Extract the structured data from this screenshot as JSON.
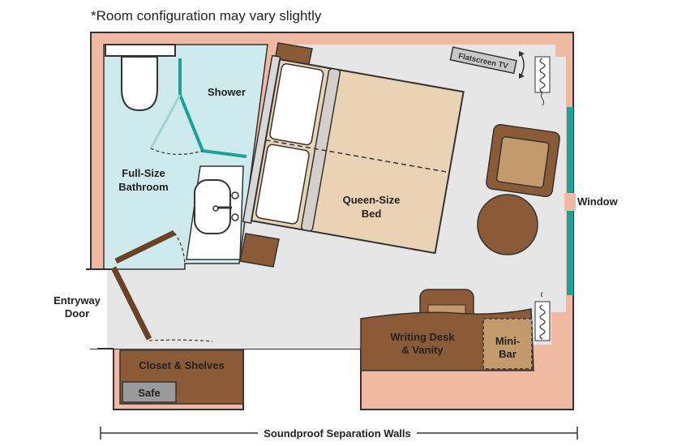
{
  "note": "*Room configuration may vary slightly",
  "labels": {
    "shower": "Shower",
    "bathroom_line1": "Full-Size",
    "bathroom_line2": "Bathroom",
    "bed_line1": "Queen-Size",
    "bed_line2": "Bed",
    "window": "Window",
    "entry_line1": "Entryway",
    "entry_line2": "Door",
    "desk_line1": "Writing Desk",
    "desk_line2": "& Vanity",
    "minibar_line1": "Mini-",
    "minibar_line2": "Bar",
    "closet": "Closet & Shelves",
    "safe": "Safe",
    "tv": "Flatscreen TV",
    "walls": "Soundproof Separation Walls"
  },
  "colors": {
    "wall": "#efb9a2",
    "wall_edge": "#333333",
    "floor": "#e6e6e6",
    "bathroom": "#cfeaec",
    "wood": "#8b5a36",
    "wood_light": "#c49a6c",
    "bed": "#ead3b5",
    "teal": "#1aa39a",
    "safe": "#9a9a9a"
  }
}
